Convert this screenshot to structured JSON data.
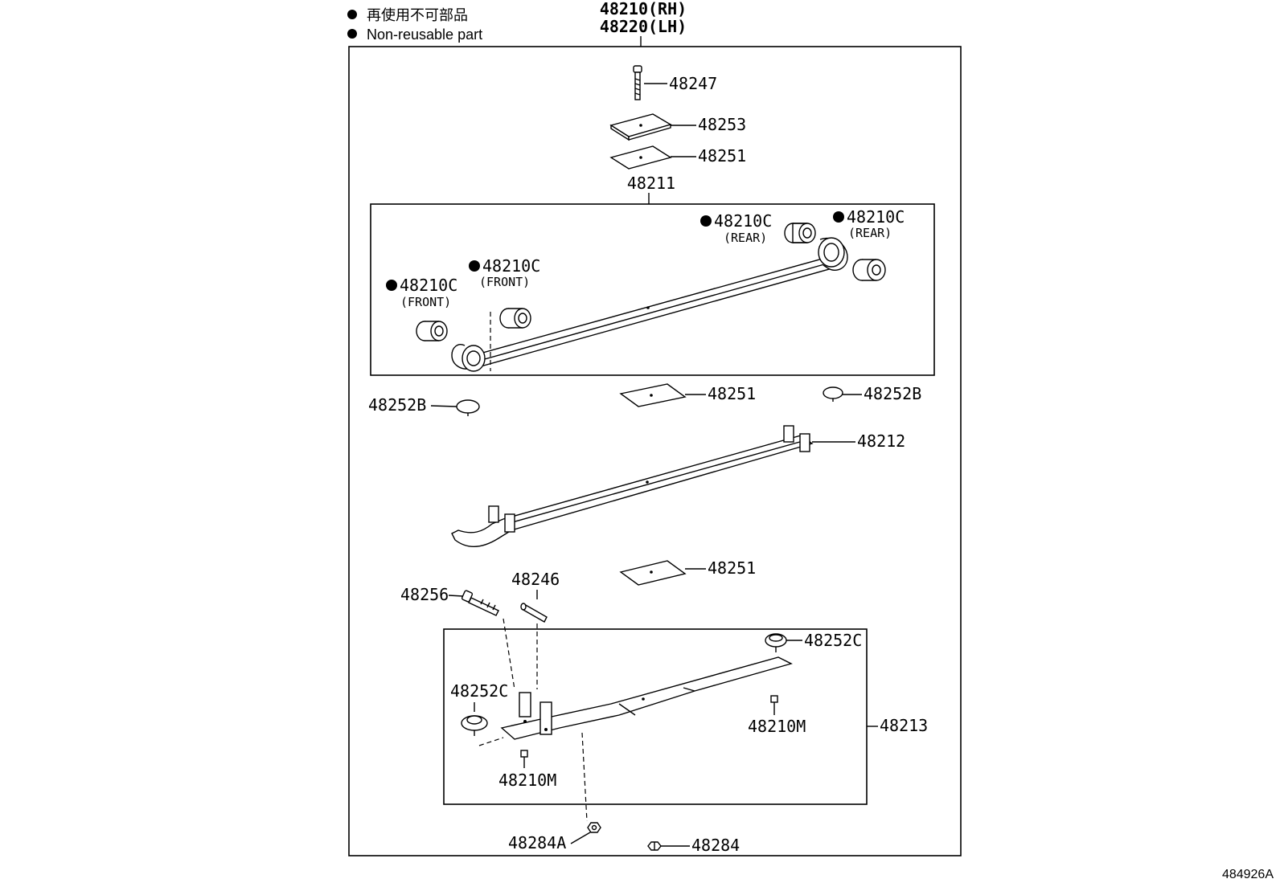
{
  "legend": {
    "item_jp": "再使用不可部品",
    "item_en": "Non-reusable part"
  },
  "assembly": {
    "rh": "48210(RH)",
    "lh": "48220(LH)"
  },
  "parts": {
    "p48247": "48247",
    "p48253": "48253",
    "p48251_top": "48251",
    "p48211": "48211",
    "bush_rear_a": "48210C",
    "bush_rear_b": "48210C",
    "bush_front_a": "48210C",
    "bush_front_b": "48210C",
    "rear": "(REAR)",
    "front": "(FRONT)",
    "p48251_mid": "48251",
    "p48252b_left": "48252B",
    "p48252b_right": "48252B",
    "p48212": "48212",
    "p48251_low": "48251",
    "p48256": "48256",
    "p48246": "48246",
    "p48252c_right": "48252C",
    "p48252c_left": "48252C",
    "p48210m_right": "48210M",
    "p48210m_left": "48210M",
    "p48213": "48213",
    "p48284a": "48284A",
    "p48284": "48284"
  },
  "diagram_code": "484926A"
}
